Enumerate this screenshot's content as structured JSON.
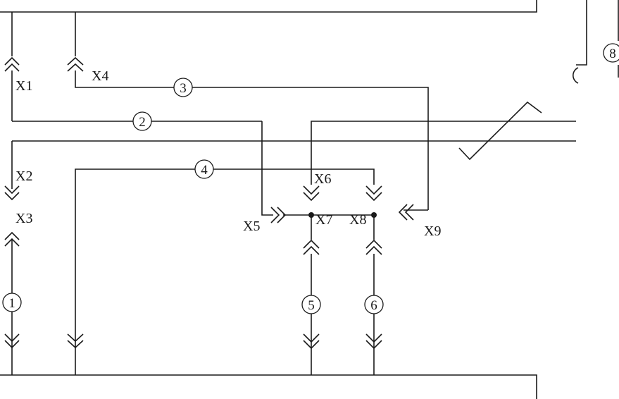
{
  "connector_labels": {
    "x1": "X1",
    "x2": "X2",
    "x3": "X3",
    "x4": "X4",
    "x5": "X5",
    "x6": "X6",
    "x7": "X7",
    "x8": "X8",
    "x9": "X9"
  },
  "wire_numbers": {
    "w1": "1",
    "w2": "2",
    "w3": "3",
    "w4": "4",
    "w5": "5",
    "w6": "6",
    "w8": "8"
  }
}
